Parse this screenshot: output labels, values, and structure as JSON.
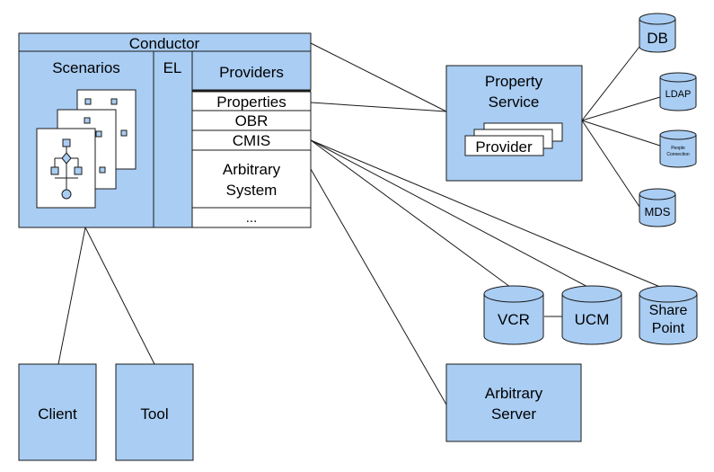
{
  "conductor": {
    "title": "Conductor",
    "scenarios_label": "Scenarios",
    "el_label": "EL",
    "providers_label": "Providers",
    "provider_items": [
      "Properties",
      "OBR",
      "CMIS",
      "Arbitrary",
      "System",
      "..."
    ]
  },
  "property_service": {
    "title_line1": "Property",
    "title_line2": "Service",
    "provider_label": "Provider"
  },
  "databases": {
    "db": "DB",
    "ldap": "LDAP",
    "people_line1": "People",
    "people_line2": "Connection",
    "mds": "MDS",
    "vcr": "VCR",
    "ucm": "UCM",
    "share_line1": "Share",
    "share_line2": "Point"
  },
  "servers": {
    "arbitrary_line1": "Arbitrary",
    "arbitrary_line2": "Server"
  },
  "clients": {
    "client": "Client",
    "tool": "Tool"
  },
  "colors": {
    "box_fill": "#a9cdf3",
    "stroke": "#1a1a1a",
    "white": "#ffffff"
  }
}
